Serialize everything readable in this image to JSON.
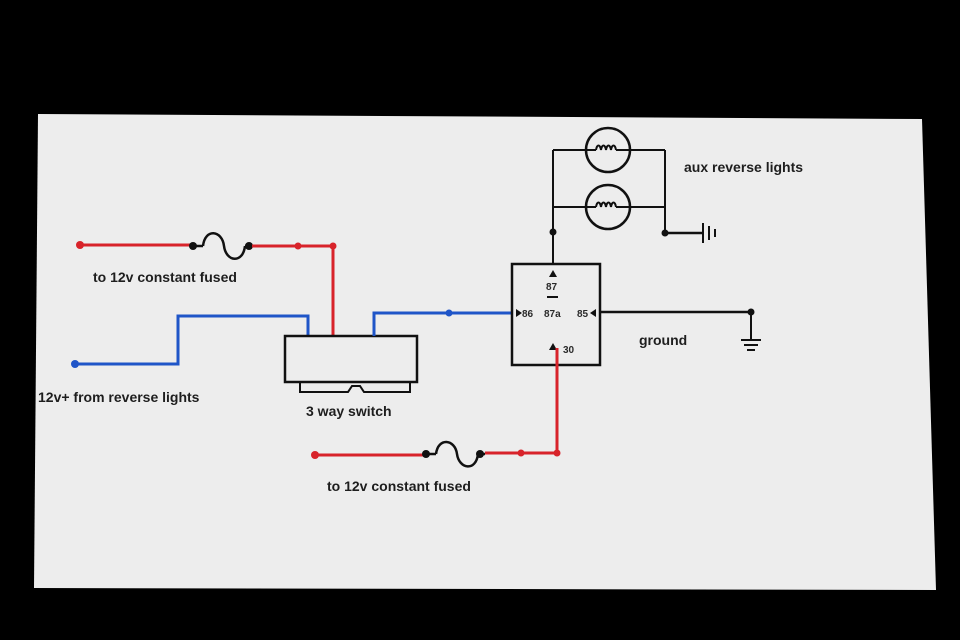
{
  "colors": {
    "background": "#000000",
    "screen": "#ededed",
    "hot_wire": "#d8232a",
    "signal_wire": "#1f55c8",
    "ground_wire": "#111111",
    "component": "#111111"
  },
  "labels": {
    "fuse_top": "to 12v constant fused",
    "reverse_input": "12v+ from reverse lights",
    "switch": "3 way switch",
    "fuse_bottom": "to 12v constant fused",
    "aux_lights": "aux reverse lights",
    "ground": "ground"
  },
  "relay": {
    "pin_87": "87",
    "pin_86": "86",
    "pin_87a": "87a",
    "pin_85": "85",
    "pin_30": "30"
  },
  "icons": {
    "fuse": "fuse-icon",
    "lamp": "lamp-icon",
    "ground": "ground-icon",
    "relay": "relay-icon",
    "switch": "switch-icon"
  }
}
